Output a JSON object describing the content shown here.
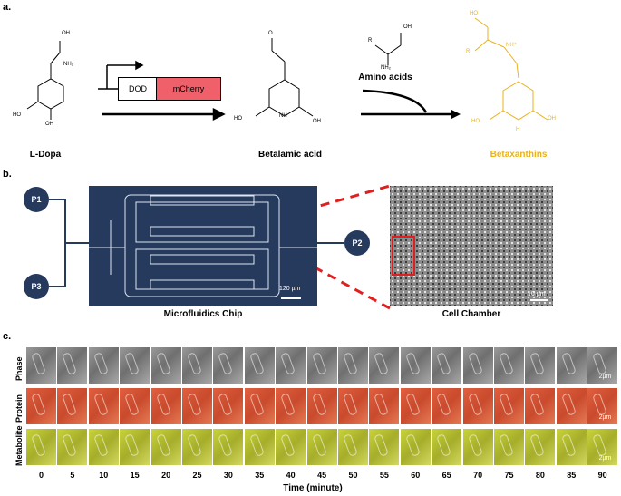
{
  "panels": {
    "a": "a.",
    "b": "b.",
    "c": "c."
  },
  "panel_a": {
    "ldopa": "L-Dopa",
    "gene1": "DOD",
    "gene2": "mCherry",
    "betalamic": "Betalamic acid",
    "amino": "Amino acids",
    "betaxanthins": "Betaxanthins",
    "chem": {
      "o": "O",
      "oh": "OH",
      "ho": "HO",
      "nh2": "NH₂",
      "r": "R",
      "nh": "NH",
      "nhplus": "NH⁺",
      "h": "H"
    }
  },
  "panel_b": {
    "ports": [
      "P1",
      "P3",
      "P2"
    ],
    "chip_label": "Microfluidics Chip",
    "cell_label": "Cell Chamber",
    "chip_scale": "120 µm",
    "cell_scale": "10 µm"
  },
  "panel_c": {
    "rows": [
      "Phase",
      "Protein",
      "Metabolite"
    ],
    "times": [
      "0",
      "5",
      "10",
      "15",
      "20",
      "25",
      "30",
      "35",
      "40",
      "45",
      "50",
      "55",
      "60",
      "65",
      "70",
      "75",
      "80",
      "85",
      "90"
    ],
    "xlabel": "Time (minute)",
    "scale": "2µm"
  },
  "colors": {
    "chip": "#263a5e",
    "gold": "#e8b21c",
    "mcherry": "#f0606a",
    "red_dash": "#e02020"
  }
}
